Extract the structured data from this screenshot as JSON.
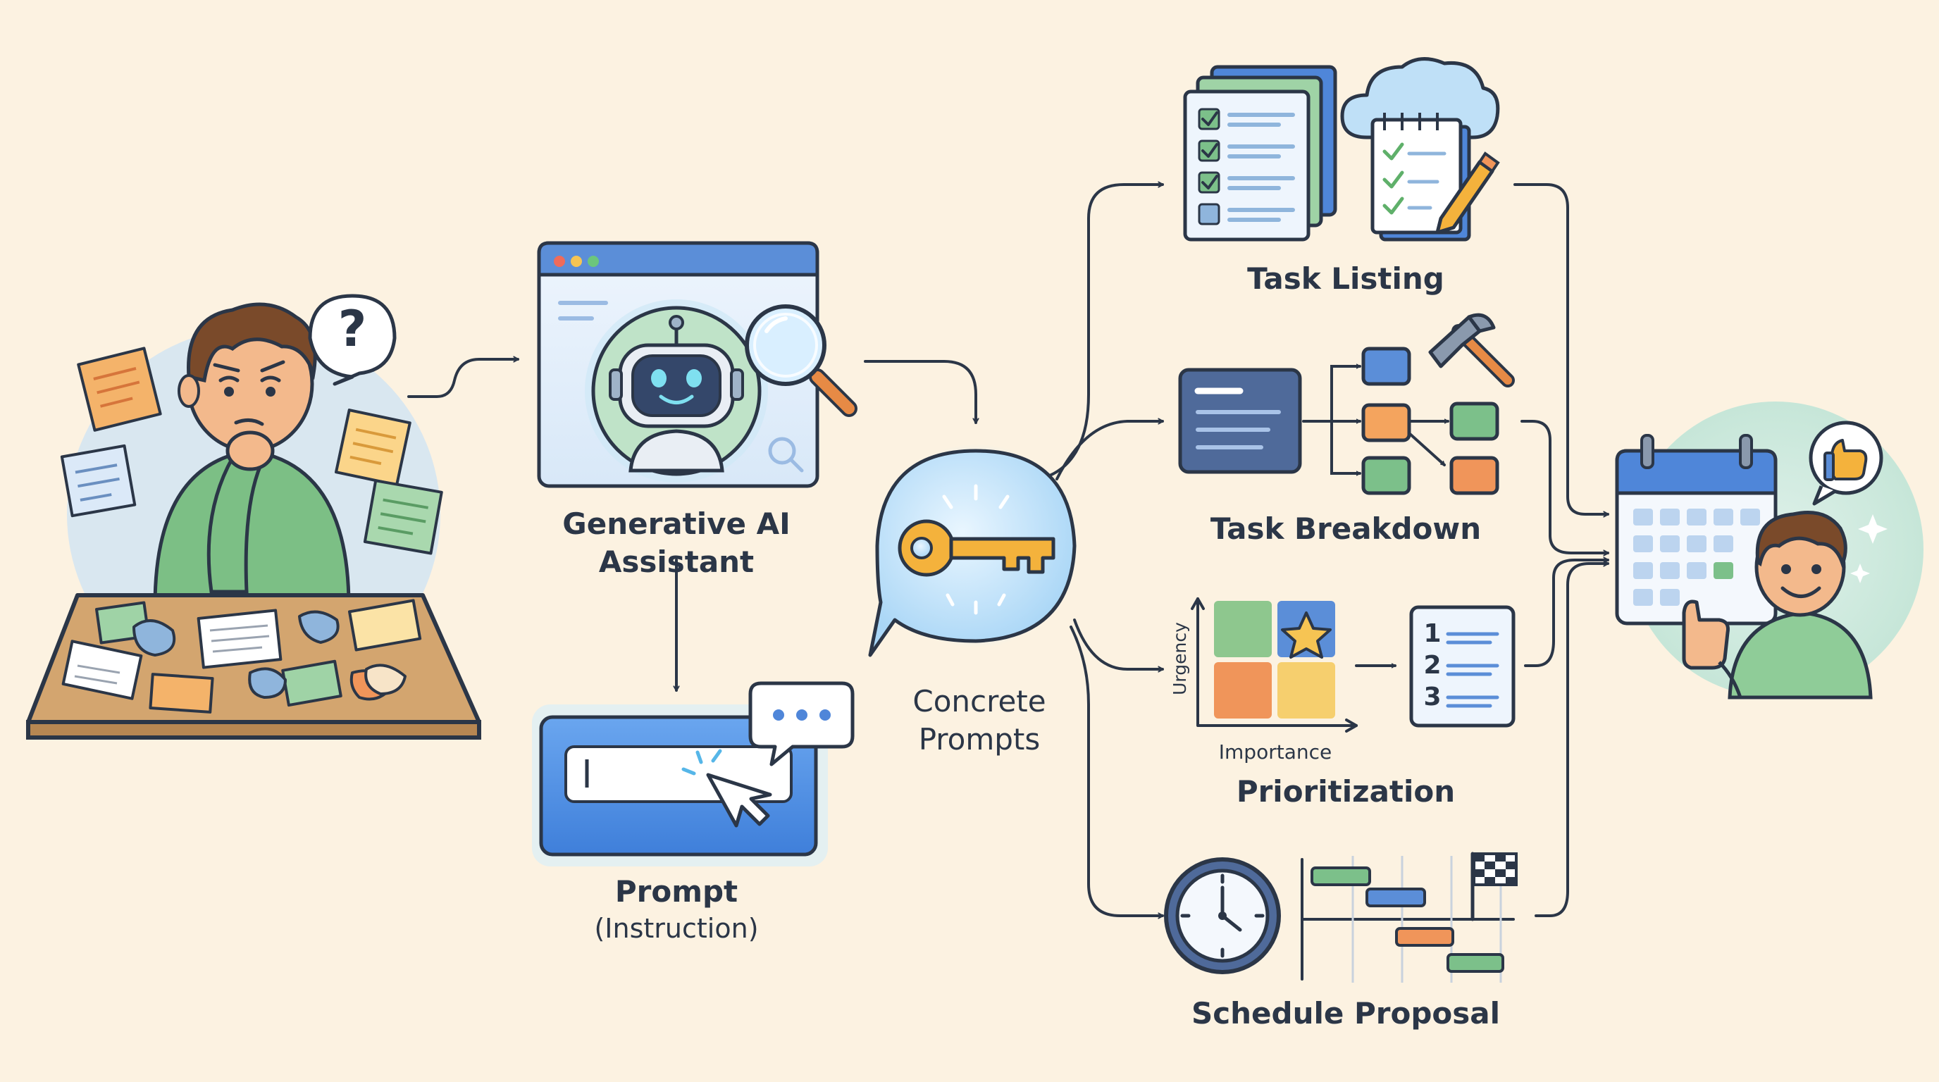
{
  "labels": {
    "assistant_line1": "Generative AI",
    "assistant_line2": "Assistant",
    "prompt": "Prompt",
    "prompt_sub": "(Instruction)",
    "concrete_line1": "Concrete",
    "concrete_line2": "Prompts",
    "task_listing": "Task Listing",
    "task_breakdown": "Task Breakdown",
    "prioritization": "Prioritization",
    "schedule_proposal": "Schedule Proposal",
    "urgency": "Urgency",
    "importance": "Importance",
    "question_mark": "?",
    "list_num_1": "1",
    "list_num_2": "2",
    "list_num_3": "3"
  },
  "colors": {
    "background": "#fcf2e1",
    "ink": "#2b3647",
    "blue": "#4f86d9",
    "light_blue": "#dbe9f8",
    "green": "#7cc08a",
    "orange": "#f0955a",
    "yellow": "#f6cf6e",
    "teal": "#5fbcb0",
    "skin": "#f3b98c",
    "hair": "#7a4a2a",
    "shirt": "#7cbf85"
  },
  "icons": [
    "confused-person-icon",
    "question-bubble-icon",
    "robot-browser-icon",
    "magnifier-icon",
    "prompt-input-icon",
    "typing-bubble-icon",
    "key-bubble-icon",
    "checklist-icon",
    "cloud-notepad-icon",
    "breakdown-tree-icon",
    "hammer-icon",
    "priority-matrix-icon",
    "star-icon",
    "numbered-list-icon",
    "clock-icon",
    "gantt-icon",
    "checkered-flag-icon",
    "calendar-icon",
    "happy-person-icon",
    "thumbs-up-bubble-icon"
  ]
}
